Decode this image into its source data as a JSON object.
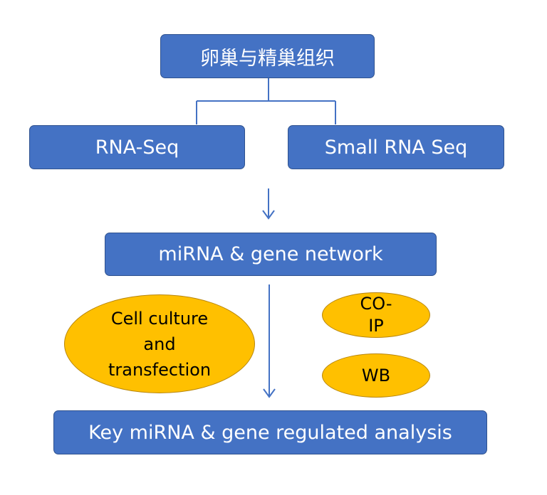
{
  "nodes": {
    "tissue": "卵巢与精巢组织",
    "rnaseq": "RNA-Seq",
    "smallrna": "Small RNA Seq",
    "network": "miRNA & gene network",
    "cell_culture": "Cell culture\nand\ntransfection",
    "coip": "CO-\nIP",
    "wb": "WB",
    "key": "Key miRNA & gene regulated analysis"
  },
  "colors": {
    "box_fill": "#4472c4",
    "box_border": "#2f528f",
    "ellipse_fill": "#ffc000",
    "line": "#4472c4"
  }
}
